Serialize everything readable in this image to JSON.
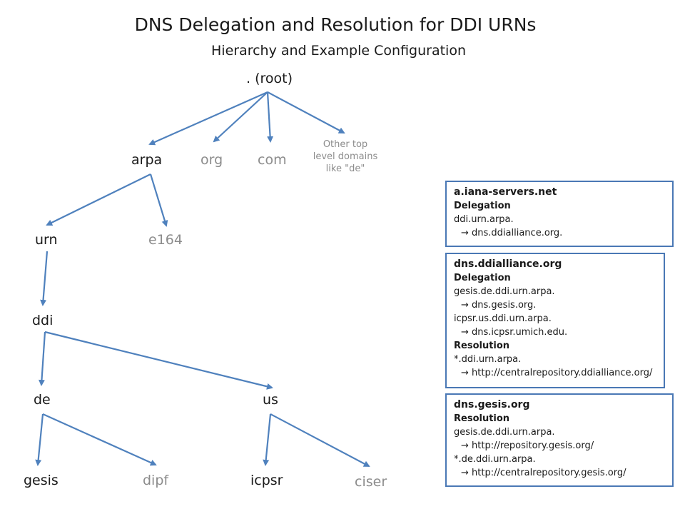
{
  "title": "DNS Delegation and Resolution for DDI URNs",
  "subtitle": "Hierarchy and Example Configuration",
  "colors": {
    "edge": "#4f81bd",
    "box_border": "#4a78b5",
    "active_text": "#1a1a1a",
    "dim_text": "#8c8c8c"
  },
  "arrow_symbol": "→",
  "tree": {
    "nodes": [
      {
        "id": "root",
        "label": ". (root)",
        "style": "active"
      },
      {
        "id": "arpa",
        "label": "arpa",
        "style": "active"
      },
      {
        "id": "org",
        "label": "org",
        "style": "dim"
      },
      {
        "id": "com",
        "label": "com",
        "style": "dim"
      },
      {
        "id": "other",
        "label": "Other top level domains like \"de\"",
        "lines": [
          "Other top",
          "level domains",
          "like \"de\""
        ],
        "style": "note"
      },
      {
        "id": "urn",
        "label": "urn",
        "style": "active"
      },
      {
        "id": "e164",
        "label": "e164",
        "style": "dim"
      },
      {
        "id": "ddi",
        "label": "ddi",
        "style": "active"
      },
      {
        "id": "de",
        "label": "de",
        "style": "active"
      },
      {
        "id": "us",
        "label": "us",
        "style": "active"
      },
      {
        "id": "gesis",
        "label": "gesis",
        "style": "active"
      },
      {
        "id": "dipf",
        "label": "dipf",
        "style": "dim"
      },
      {
        "id": "icpsr",
        "label": "icpsr",
        "style": "active"
      },
      {
        "id": "ciser",
        "label": "ciser",
        "style": "dim"
      }
    ],
    "edges": [
      [
        "root",
        "arpa"
      ],
      [
        "root",
        "org"
      ],
      [
        "root",
        "com"
      ],
      [
        "root",
        "other"
      ],
      [
        "arpa",
        "urn"
      ],
      [
        "arpa",
        "e164"
      ],
      [
        "urn",
        "ddi"
      ],
      [
        "ddi",
        "de"
      ],
      [
        "ddi",
        "us"
      ],
      [
        "de",
        "gesis"
      ],
      [
        "de",
        "dipf"
      ],
      [
        "us",
        "icpsr"
      ],
      [
        "us",
        "ciser"
      ]
    ]
  },
  "boxes": [
    {
      "server": "a.iana-servers.net",
      "sections": [
        {
          "heading": "Delegation",
          "entries": [
            {
              "name": "ddi.urn.arpa.",
              "target": "dns.ddialliance.org."
            }
          ]
        }
      ]
    },
    {
      "server": "dns.ddialliance.org",
      "sections": [
        {
          "heading": "Delegation",
          "entries": [
            {
              "name": "gesis.de.ddi.urn.arpa.",
              "target": "dns.gesis.org."
            },
            {
              "name": "icpsr.us.ddi.urn.arpa.",
              "target": "dns.icpsr.umich.edu."
            }
          ]
        },
        {
          "heading": "Resolution",
          "entries": [
            {
              "name": "*.ddi.urn.arpa.",
              "target": "http://centralrepository.ddialliance.org/"
            }
          ]
        }
      ]
    },
    {
      "server": "dns.gesis.org",
      "sections": [
        {
          "heading": "Resolution",
          "entries": [
            {
              "name": "gesis.de.ddi.urn.arpa.",
              "target": "http://repository.gesis.org/"
            },
            {
              "name": "*.de.ddi.urn.arpa.",
              "target": "http://centralrepository.gesis.org/"
            }
          ]
        }
      ]
    }
  ]
}
